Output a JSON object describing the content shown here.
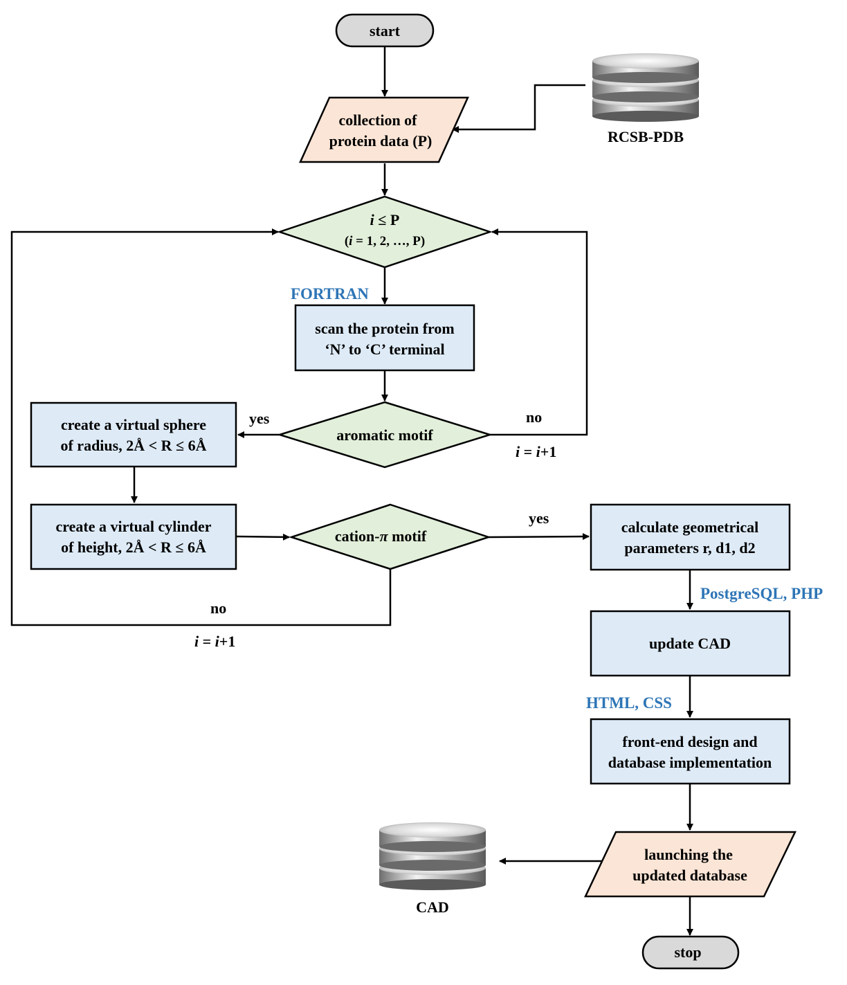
{
  "nodes": {
    "start": {
      "label": "start"
    },
    "collection": {
      "line1": "collection of",
      "line2": "protein data (P)"
    },
    "rcsb": {
      "label": "RCSB-PDB"
    },
    "loop_condition": {
      "line1_var": "i",
      "line1_rest": " ≤ P",
      "line2_open": "(",
      "line2_var": "i",
      "line2_rest": " = 1, 2, …, P)"
    },
    "scan": {
      "line1": "scan the protein from",
      "line2": "‘N’ to ‘C’ terminal"
    },
    "aromatic": {
      "label": "aromatic motif"
    },
    "sphere": {
      "line1": "create a virtual sphere",
      "line2": "of radius, 2Å < R ≤ 6Å"
    },
    "cylinder": {
      "line1": "create a virtual cylinder",
      "line2": "of height, 2Å < R ≤ 6Å"
    },
    "cation": {
      "label_pre": "cation-",
      "label_pi": "π",
      "label_post": " motif"
    },
    "calculate": {
      "line1": "calculate geometrical",
      "line2": "parameters r, d1, d2"
    },
    "update": {
      "label": "update CAD"
    },
    "frontend": {
      "line1": "front-end design and",
      "line2": "database implementation"
    },
    "launch": {
      "line1": "launching the",
      "line2": "updated database"
    },
    "cad": {
      "label": "CAD"
    },
    "stop": {
      "label": "stop"
    }
  },
  "tools": {
    "fortran": "FORTRAN",
    "postgres": "PostgreSQL, PHP",
    "html": "HTML, CSS"
  },
  "edge_labels": {
    "aromatic_yes": "yes",
    "aromatic_no": "no",
    "aromatic_incr": {
      "var1": "i",
      "mid": " = ",
      "var2": "i",
      "end": "+1"
    },
    "cation_yes": "yes",
    "cation_no": "no",
    "cation_incr": {
      "var1": "i",
      "mid": " = ",
      "var2": "i",
      "end": "+1"
    }
  },
  "colors": {
    "terminal_fill": "#d9d9d9",
    "io_fill": "#fbe5d6",
    "decision_fill": "#e2efda",
    "process_fill": "#deebf7",
    "tool_text": "#2e75b6"
  }
}
